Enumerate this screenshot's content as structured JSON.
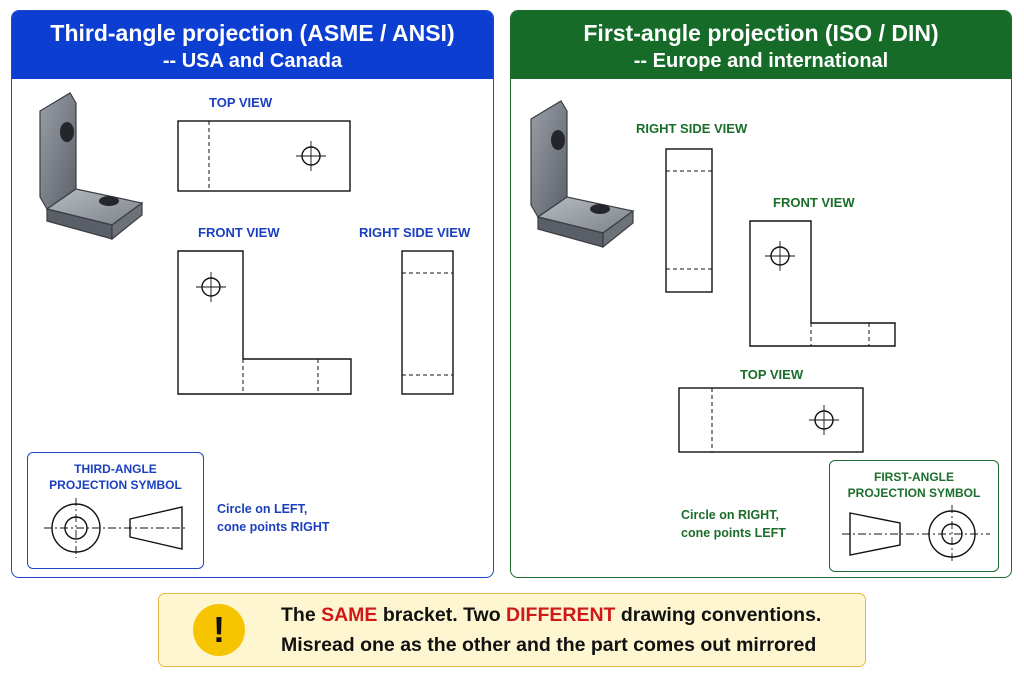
{
  "left": {
    "title": "Third-angle projection (ASME / ANSI)",
    "subtitle": "-- USA and Canada",
    "views": {
      "top": "TOP VIEW",
      "front": "FRONT VIEW",
      "right": "RIGHT SIDE VIEW"
    },
    "symbol_title_1": "THIRD-ANGLE",
    "symbol_title_2": "PROJECTION SYMBOL",
    "note_1": "Circle on LEFT,",
    "note_2": "cone points RIGHT",
    "accent_color": "#0d3ed2"
  },
  "right": {
    "title": "First-angle projection (ISO / DIN)",
    "subtitle": "-- Europe and international",
    "views": {
      "right": "RIGHT SIDE VIEW",
      "front": "FRONT VIEW",
      "top": "TOP VIEW"
    },
    "symbol_title_1": "FIRST-ANGLE",
    "symbol_title_2": "PROJECTION SYMBOL",
    "note_1": "Circle on RIGHT,",
    "note_2": "cone points LEFT",
    "accent_color": "#156b27"
  },
  "banner": {
    "line1_a": "The",
    "line1_red1": "SAME",
    "line1_b": "bracket. Two",
    "line1_red2": "DIFFERENT",
    "line1_c": "drawing conventions.",
    "line2": "Misread one as the other and the part comes out mirrored",
    "warning_icon": "exclamation-warning-icon",
    "highlight_color": "#d01818"
  }
}
